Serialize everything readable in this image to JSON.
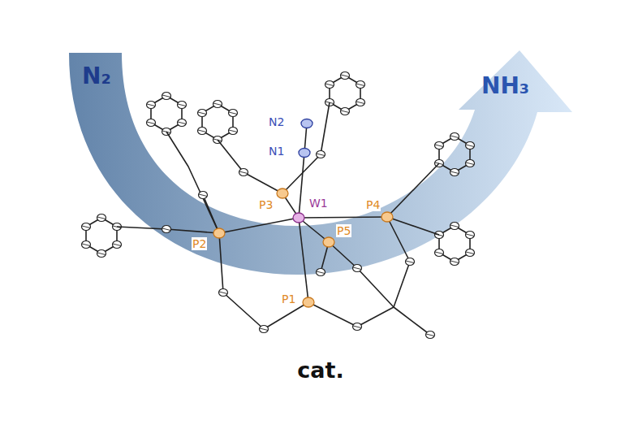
{
  "diagram": {
    "labels": [
      "N₂",
      "NH₃",
      "N2",
      "N1",
      "P3",
      "P2",
      "W1",
      "P4",
      "P5",
      "P1",
      "cat."
    ]
  }
}
